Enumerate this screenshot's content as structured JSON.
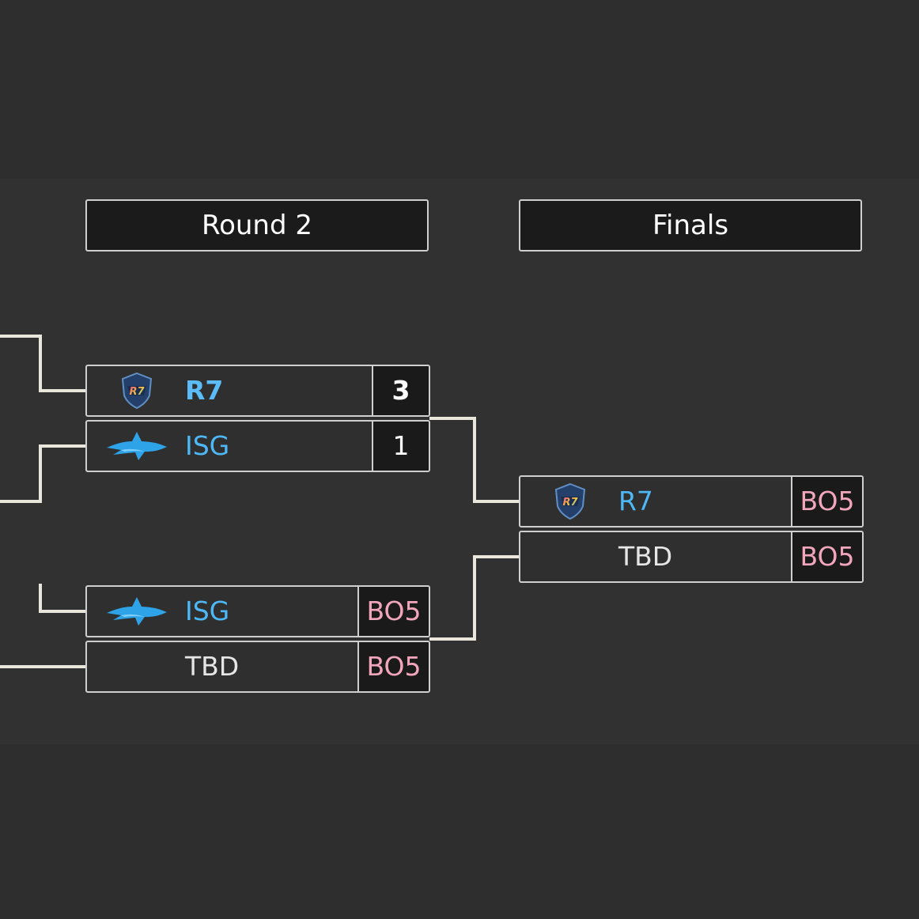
{
  "rounds": [
    {
      "title": "Round 2"
    },
    {
      "title": "Finals"
    }
  ],
  "matches": {
    "r2_top": {
      "team1": {
        "name": "R7",
        "logo": "r7-shield-icon",
        "score": "3"
      },
      "team2": {
        "name": "ISG",
        "logo": "isg-shark-icon",
        "score": "1"
      }
    },
    "r2_bottom": {
      "team1": {
        "name": "ISG",
        "logo": "isg-shark-icon",
        "score": "BO5"
      },
      "team2": {
        "name": "TBD",
        "score": "BO5"
      }
    },
    "final": {
      "team1": {
        "name": "R7",
        "logo": "r7-shield-icon",
        "score": "BO5"
      },
      "team2": {
        "name": "TBD",
        "score": "BO5"
      }
    }
  },
  "colors": {
    "background": "#2e2e2e",
    "team_name": "#4db8f5",
    "series_format": "#f2a6bc",
    "connector": "#e9e6dc"
  }
}
